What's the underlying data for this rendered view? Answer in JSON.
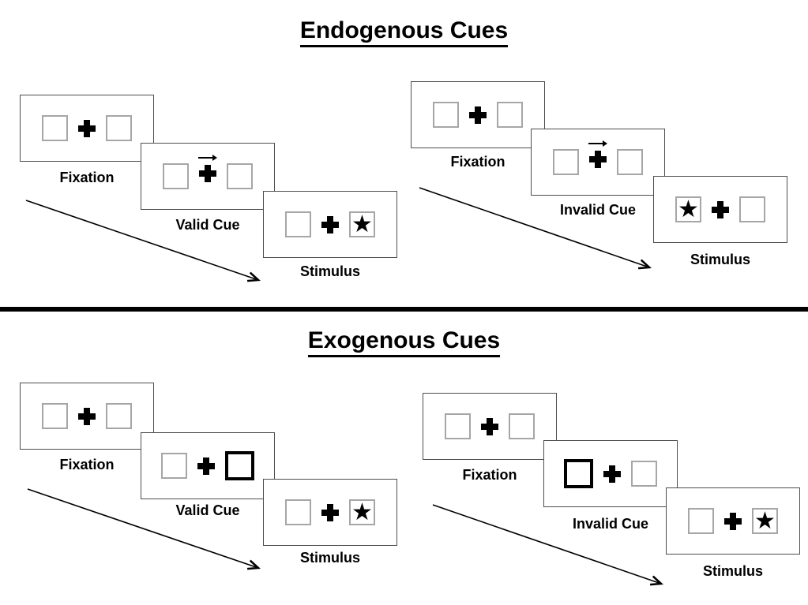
{
  "colors": {
    "background": "#ffffff",
    "ink": "#000000",
    "square_border": "#a6a6a6",
    "panel_border": "#4d4d4d"
  },
  "glyphs": {
    "star": "★",
    "fixation_cross": "✚",
    "cue_arrow": "→"
  },
  "sections": [
    {
      "title": "Endogenous Cues",
      "groups": [
        {
          "name": "valid",
          "panels": [
            {
              "label": "Fixation",
              "type": "fixation"
            },
            {
              "label": "Valid Cue",
              "type": "cue",
              "cue_style": "central-arrow-right"
            },
            {
              "label": "Stimulus",
              "type": "stimulus",
              "star_side": "right"
            }
          ]
        },
        {
          "name": "invalid",
          "panels": [
            {
              "label": "Fixation",
              "type": "fixation"
            },
            {
              "label": "Invalid Cue",
              "type": "cue",
              "cue_style": "central-arrow-right"
            },
            {
              "label": "Stimulus",
              "type": "stimulus",
              "star_side": "left"
            }
          ]
        }
      ]
    },
    {
      "title": "Exogenous Cues",
      "groups": [
        {
          "name": "valid",
          "panels": [
            {
              "label": "Fixation",
              "type": "fixation"
            },
            {
              "label": "Valid Cue",
              "type": "cue",
              "cue_style": "thick-box-right"
            },
            {
              "label": "Stimulus",
              "type": "stimulus",
              "star_side": "right"
            }
          ]
        },
        {
          "name": "invalid",
          "panels": [
            {
              "label": "Fixation",
              "type": "fixation"
            },
            {
              "label": "Invalid Cue",
              "type": "cue",
              "cue_style": "thick-box-left"
            },
            {
              "label": "Stimulus",
              "type": "stimulus",
              "star_side": "right"
            }
          ]
        }
      ]
    }
  ]
}
